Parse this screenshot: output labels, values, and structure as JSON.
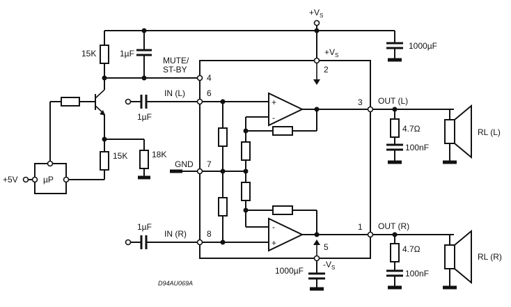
{
  "supply": {
    "plus_vs_top": "+V",
    "plus_vs_top_sub": "S",
    "plus_vs_pin": "+V",
    "plus_vs_pin_sub": "S",
    "minus_vs": "-V",
    "minus_vs_sub": "S",
    "plus5v": "+5V"
  },
  "components": {
    "c_top_bulk": "1000µF",
    "c_bottom_bulk": "1000µF",
    "c_mute": "1µF",
    "c_in_l": "1µF",
    "c_in_r": "1µF",
    "r_15k_top": "15K",
    "r_15k_bottom": "15K",
    "r_18k": "18K",
    "r_zobel_l": "4.7Ω",
    "r_zobel_r": "4.7Ω",
    "c_zobel_l": "100nF",
    "c_zobel_r": "100nF",
    "micro": "µP"
  },
  "pins": {
    "mute_line1": "MUTE/",
    "mute_line2": "ST-BY",
    "in_l": "IN (L)",
    "in_r": "IN (R)",
    "gnd": "GND",
    "out_l": "OUT (L)",
    "out_r": "OUT (R)",
    "rl_l": "RL (L)",
    "rl_r": "RL (R)",
    "n1": "1",
    "n2": "2",
    "n3": "3",
    "n4": "4",
    "n5": "5",
    "n6": "6",
    "n7": "7",
    "n8": "8"
  },
  "opamp_signs": {
    "minus": "-",
    "plus": "+"
  },
  "reference": "D94AU069A"
}
